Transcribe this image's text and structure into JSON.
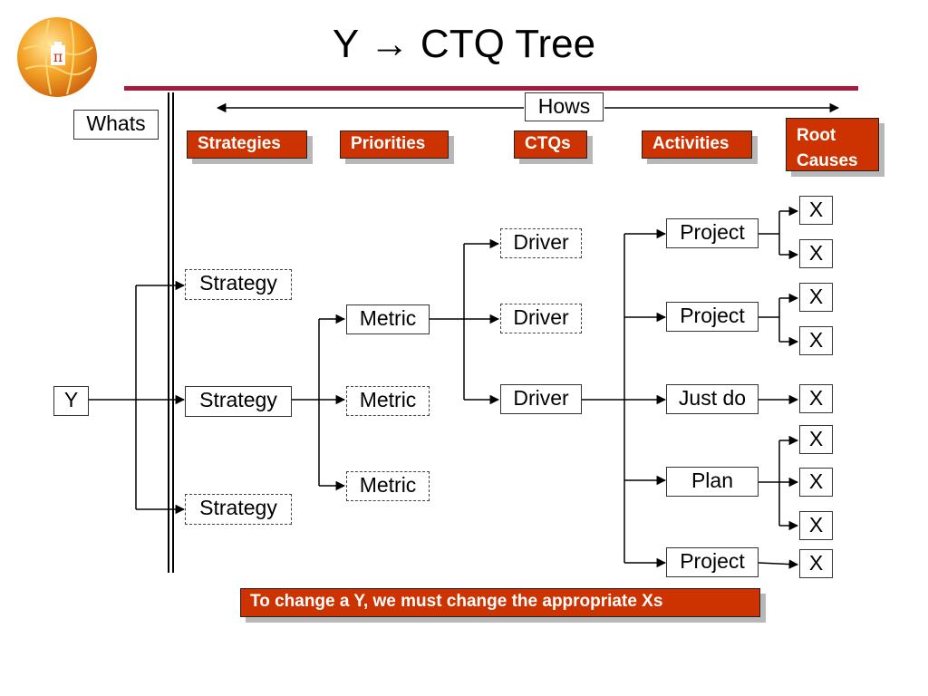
{
  "title": "Y → CTQ Tree",
  "whats_label": "Whats",
  "hows_label": "Hows",
  "headers": {
    "strategies": "Strategies",
    "priorities": "Priorities",
    "ctqs": "CTQs",
    "activities": "Activities",
    "root_causes_line1": "Root",
    "root_causes_line2": "Causes"
  },
  "nodes": {
    "y": "Y",
    "strategy_1": "Strategy",
    "strategy_2": "Strategy",
    "strategy_3": "Strategy",
    "metric_1": "Metric",
    "metric_2": "Metric",
    "metric_3": "Metric",
    "driver_1": "Driver",
    "driver_2": "Driver",
    "driver_3": "Driver",
    "activity_1": "Project",
    "activity_2": "Project",
    "activity_3": "Just do",
    "activity_4": "Plan",
    "activity_5": "Project",
    "x": "X"
  },
  "footer": "To change a Y, we must change the appropriate Xs",
  "colors": {
    "accent": "#cc3300",
    "rule": "#a61b3c"
  }
}
